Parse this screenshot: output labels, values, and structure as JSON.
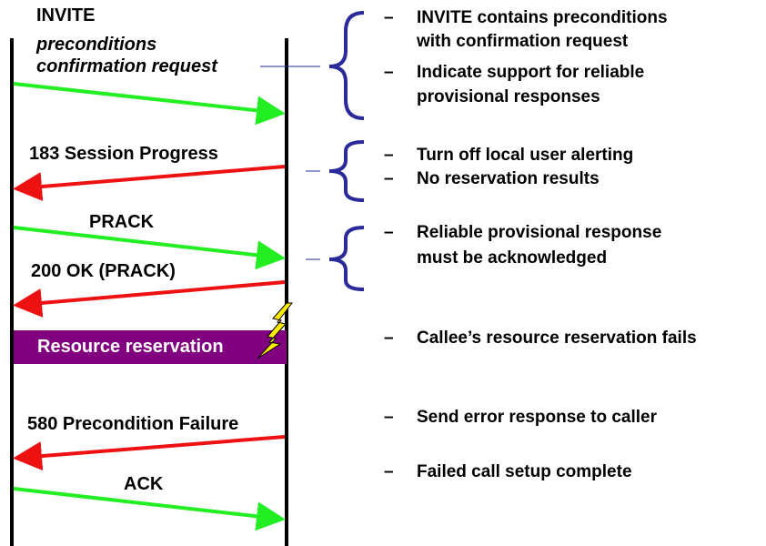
{
  "messages": {
    "invite": "INVITE",
    "invite_line2": "preconditions",
    "invite_line3": "confirmation request",
    "session_progress": "183 Session Progress",
    "prack": "PRACK",
    "ok_prack": "200 OK (PRACK)",
    "precondition_failure": "580 Precondition Failure",
    "ack": "ACK"
  },
  "resource_reservation": "Resource reservation",
  "notes": {
    "dash": "–",
    "n1_line1": "INVITE contains preconditions",
    "n1_line2": "with confirmation request",
    "n2_line1": "Indicate support for reliable",
    "n2_line2": "provisional responses",
    "n3": "Turn off local user alerting",
    "n4": "No reservation results",
    "n5_line1": "Reliable provisional response",
    "n5_line2": "must be acknowledged",
    "n6": "Callee’s resource reservation fails",
    "n7": "Send error response to caller",
    "n8": "Failed call setup complete"
  },
  "colors": {
    "request_arrow": "#22ee22",
    "response_arrow": "#ee1111",
    "brace": "#2a2a9a",
    "resource_bar": "#800080",
    "lightning_fill": "#ffee00"
  }
}
